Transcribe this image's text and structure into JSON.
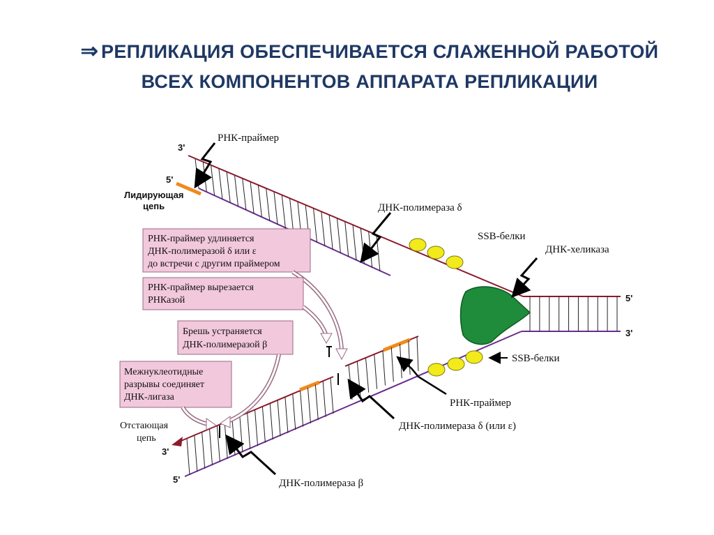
{
  "slide": {
    "arrow_symbol": "⇒",
    "title_line1": "РЕПЛИКАЦИЯ ОБЕСПЕЧИВАЕТСЯ СЛАЖЕННОЙ РАБОТОЙ",
    "title_line2": "ВСЕХ КОМПОНЕНТОВ АППАРАТА РЕПЛИКАЦИИ"
  },
  "diagram": {
    "labels": {
      "rna_primer_top": "РНК-праймер",
      "end_3_top": "3'",
      "end_5_top": "5'",
      "leading_line1": "Лидирующая",
      "leading_line2": "цепь",
      "dna_pol_delta": "ДНК-полимераза δ",
      "ssb_top": "SSB-белки",
      "helicase": "ДНК-хеликаза",
      "end_5_right": "5'",
      "end_3_right": "3'",
      "ssb_bottom": "SSB-белки",
      "rna_primer_bottom": "РНК-праймер",
      "dna_pol_delta_eps": "ДНК-полимераза δ (или ε)",
      "dna_pol_beta": "ДНК-полимераза β",
      "lagging_line1": "Отстающая",
      "lagging_line2": "цепь",
      "end_3_bottom": "3'",
      "end_5_bottom": "5'"
    },
    "callouts": {
      "box1_line1": "РНК-праймер удлиняется",
      "box1_line2": "ДНК-полимеразой δ или ε",
      "box1_line3": "до встречи с другим праймером",
      "box2_line1": "РНК-праймер вырезается",
      "box2_line2": "РНКазой",
      "box3_line1": "Брешь устраняется",
      "box3_line2": "ДНК-полимеразой β",
      "box4_line1": "Межнуклеотидные",
      "box4_line2": "разрывы соединяет",
      "box4_line3": "ДНК-лигаза"
    },
    "colors": {
      "strand_template": "#8b1a2b",
      "strand_new": "#6a2d8f",
      "primer": "#f08a1c",
      "helicase": "#1e8c3a",
      "ssb": "#f2ea1a",
      "callout_fill": "#f2c8dc",
      "callout_stroke": "#9a6a82"
    }
  }
}
